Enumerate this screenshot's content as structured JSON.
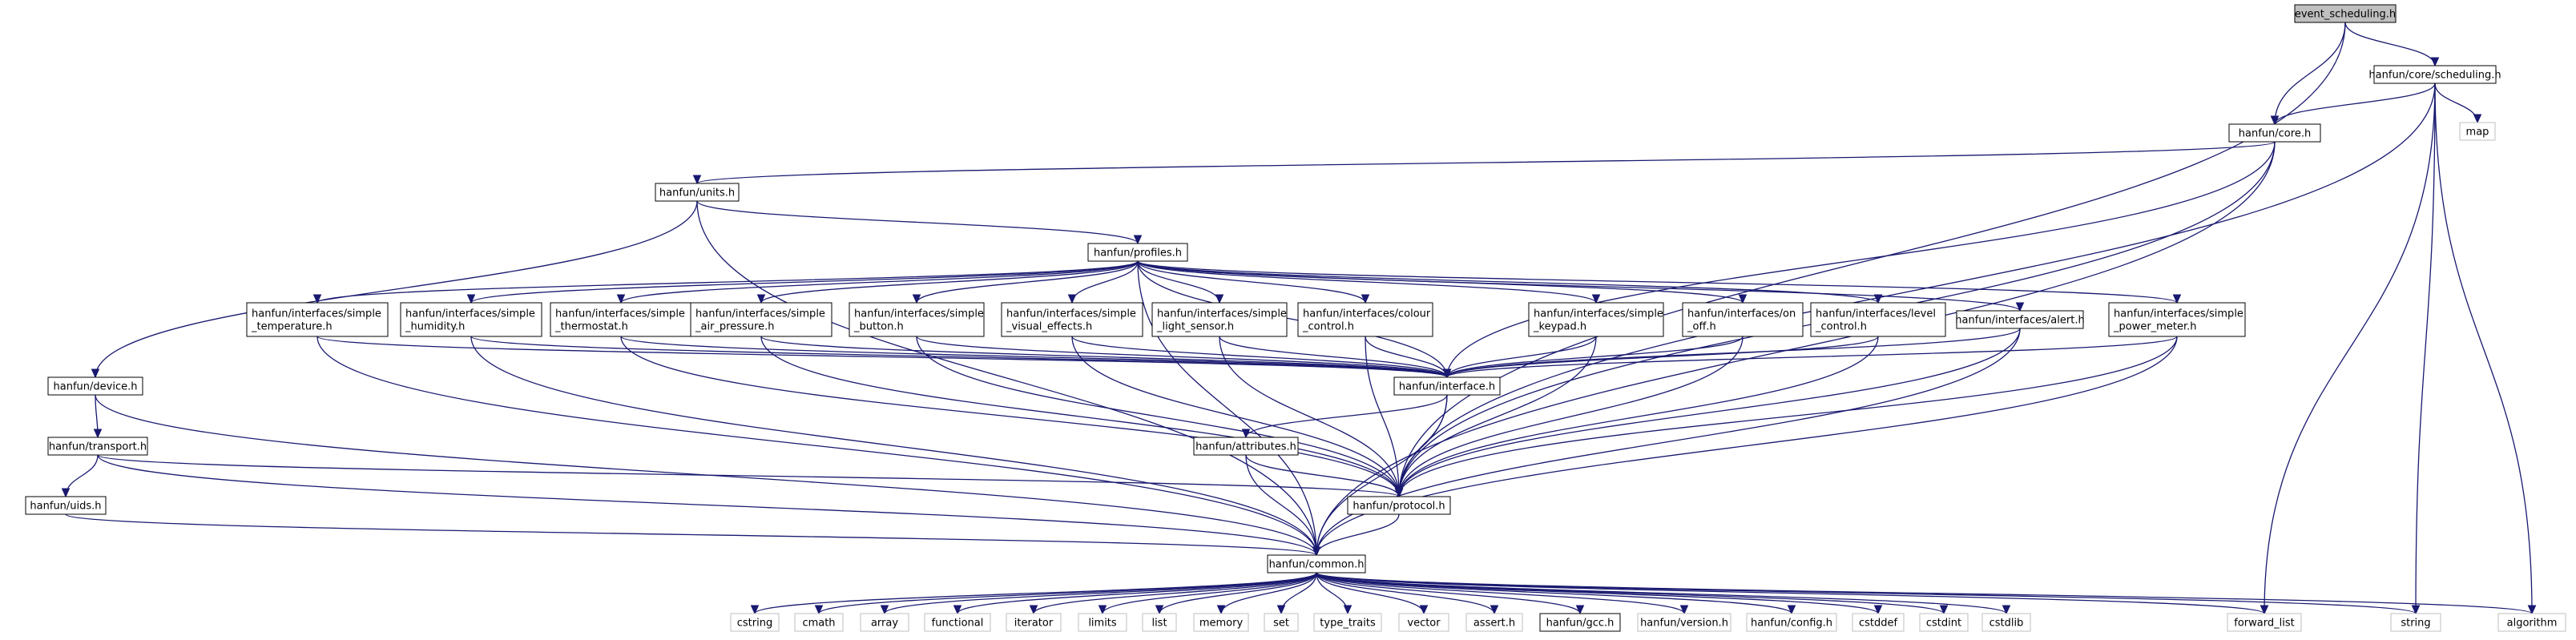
{
  "diagram": {
    "nodes": [
      {
        "id": "root",
        "label": "event_scheduling.h",
        "style": "root"
      },
      {
        "id": "sched",
        "label": "hanfun/core/scheduling.h",
        "style": "internal"
      },
      {
        "id": "core",
        "label": "hanfun/core.h",
        "style": "internal"
      },
      {
        "id": "map",
        "label": "map",
        "style": "system"
      },
      {
        "id": "units",
        "label": "hanfun/units.h",
        "style": "internal"
      },
      {
        "id": "profiles",
        "label": "hanfun/profiles.h",
        "style": "internal"
      },
      {
        "id": "temp",
        "label": "hanfun/interfaces/simple\n_temperature.h",
        "style": "internal"
      },
      {
        "id": "humid",
        "label": "hanfun/interfaces/simple\n_humidity.h",
        "style": "internal"
      },
      {
        "id": "thermo",
        "label": "hanfun/interfaces/simple\n_thermostat.h",
        "style": "internal"
      },
      {
        "id": "air",
        "label": "hanfun/interfaces/simple\n_air_pressure.h",
        "style": "internal"
      },
      {
        "id": "button",
        "label": "hanfun/interfaces/simple\n_button.h",
        "style": "internal"
      },
      {
        "id": "visual",
        "label": "hanfun/interfaces/simple\n_visual_effects.h",
        "style": "internal"
      },
      {
        "id": "light",
        "label": "hanfun/interfaces/simple\n_light_sensor.h",
        "style": "internal"
      },
      {
        "id": "colour",
        "label": "hanfun/interfaces/colour\n_control.h",
        "style": "internal"
      },
      {
        "id": "keypad",
        "label": "hanfun/interfaces/simple\n_keypad.h",
        "style": "internal"
      },
      {
        "id": "onoff",
        "label": "hanfun/interfaces/on\n_off.h",
        "style": "internal"
      },
      {
        "id": "level",
        "label": "hanfun/interfaces/level\n_control.h",
        "style": "internal"
      },
      {
        "id": "alert",
        "label": "hanfun/interfaces/alert.h",
        "style": "internal"
      },
      {
        "id": "power",
        "label": "hanfun/interfaces/simple\n_power_meter.h",
        "style": "internal"
      },
      {
        "id": "device",
        "label": "hanfun/device.h",
        "style": "internal"
      },
      {
        "id": "interface",
        "label": "hanfun/interface.h",
        "style": "internal"
      },
      {
        "id": "transport",
        "label": "hanfun/transport.h",
        "style": "internal"
      },
      {
        "id": "attributes",
        "label": "hanfun/attributes.h",
        "style": "internal"
      },
      {
        "id": "protocol",
        "label": "hanfun/protocol.h",
        "style": "internal"
      },
      {
        "id": "uids",
        "label": "hanfun/uids.h",
        "style": "internal"
      },
      {
        "id": "common",
        "label": "hanfun/common.h",
        "style": "internal"
      },
      {
        "id": "cstring",
        "label": "cstring",
        "style": "system"
      },
      {
        "id": "cmath",
        "label": "cmath",
        "style": "system"
      },
      {
        "id": "array",
        "label": "array",
        "style": "system"
      },
      {
        "id": "functional",
        "label": "functional",
        "style": "system"
      },
      {
        "id": "iterator",
        "label": "iterator",
        "style": "system"
      },
      {
        "id": "limits",
        "label": "limits",
        "style": "system"
      },
      {
        "id": "list",
        "label": "list",
        "style": "system"
      },
      {
        "id": "memory",
        "label": "memory",
        "style": "system"
      },
      {
        "id": "set",
        "label": "set",
        "style": "system"
      },
      {
        "id": "type_traits",
        "label": "type_traits",
        "style": "system"
      },
      {
        "id": "vector",
        "label": "vector",
        "style": "system"
      },
      {
        "id": "assert",
        "label": "assert.h",
        "style": "system"
      },
      {
        "id": "gcc",
        "label": "hanfun/gcc.h",
        "style": "internal"
      },
      {
        "id": "version",
        "label": "hanfun/version.h",
        "style": "system"
      },
      {
        "id": "config",
        "label": "hanfun/config.h",
        "style": "system"
      },
      {
        "id": "cstddef",
        "label": "cstddef",
        "style": "system"
      },
      {
        "id": "cstdint",
        "label": "cstdint",
        "style": "system"
      },
      {
        "id": "cstdlib",
        "label": "cstdlib",
        "style": "system"
      },
      {
        "id": "forward_list",
        "label": "forward_list",
        "style": "system"
      },
      {
        "id": "string",
        "label": "string",
        "style": "system"
      },
      {
        "id": "algorithm",
        "label": "algorithm",
        "style": "system"
      }
    ],
    "edges": [
      [
        "root",
        "sched"
      ],
      [
        "root",
        "core"
      ],
      [
        "root",
        "protocol"
      ],
      [
        "sched",
        "core"
      ],
      [
        "sched",
        "map"
      ],
      [
        "sched",
        "protocol"
      ],
      [
        "sched",
        "forward_list"
      ],
      [
        "sched",
        "string"
      ],
      [
        "sched",
        "algorithm"
      ],
      [
        "core",
        "units"
      ],
      [
        "core",
        "interface"
      ],
      [
        "core",
        "protocol"
      ],
      [
        "core",
        "common"
      ],
      [
        "units",
        "device"
      ],
      [
        "units",
        "profiles"
      ],
      [
        "units",
        "common"
      ],
      [
        "profiles",
        "temp"
      ],
      [
        "profiles",
        "humid"
      ],
      [
        "profiles",
        "thermo"
      ],
      [
        "profiles",
        "air"
      ],
      [
        "profiles",
        "button"
      ],
      [
        "profiles",
        "visual"
      ],
      [
        "profiles",
        "light"
      ],
      [
        "profiles",
        "colour"
      ],
      [
        "profiles",
        "keypad"
      ],
      [
        "profiles",
        "onoff"
      ],
      [
        "profiles",
        "level"
      ],
      [
        "profiles",
        "alert"
      ],
      [
        "profiles",
        "power"
      ],
      [
        "profiles",
        "interface"
      ],
      [
        "profiles",
        "common"
      ],
      [
        "temp",
        "interface"
      ],
      [
        "temp",
        "common"
      ],
      [
        "humid",
        "interface"
      ],
      [
        "humid",
        "common"
      ],
      [
        "thermo",
        "interface"
      ],
      [
        "thermo",
        "protocol"
      ],
      [
        "air",
        "interface"
      ],
      [
        "air",
        "protocol"
      ],
      [
        "button",
        "interface"
      ],
      [
        "button",
        "protocol"
      ],
      [
        "visual",
        "interface"
      ],
      [
        "visual",
        "protocol"
      ],
      [
        "light",
        "interface"
      ],
      [
        "light",
        "protocol"
      ],
      [
        "colour",
        "interface"
      ],
      [
        "colour",
        "protocol"
      ],
      [
        "keypad",
        "interface"
      ],
      [
        "keypad",
        "protocol"
      ],
      [
        "onoff",
        "interface"
      ],
      [
        "onoff",
        "protocol"
      ],
      [
        "level",
        "interface"
      ],
      [
        "level",
        "protocol"
      ],
      [
        "alert",
        "interface"
      ],
      [
        "alert",
        "protocol"
      ],
      [
        "alert",
        "common"
      ],
      [
        "power",
        "interface"
      ],
      [
        "power",
        "protocol"
      ],
      [
        "power",
        "common"
      ],
      [
        "device",
        "transport"
      ],
      [
        "device",
        "common"
      ],
      [
        "interface",
        "attributes"
      ],
      [
        "interface",
        "protocol"
      ],
      [
        "interface",
        "common"
      ],
      [
        "transport",
        "uids"
      ],
      [
        "transport",
        "protocol"
      ],
      [
        "transport",
        "common"
      ],
      [
        "attributes",
        "protocol"
      ],
      [
        "attributes",
        "common"
      ],
      [
        "protocol",
        "common"
      ],
      [
        "uids",
        "common"
      ],
      [
        "common",
        "cstring"
      ],
      [
        "common",
        "cmath"
      ],
      [
        "common",
        "array"
      ],
      [
        "common",
        "functional"
      ],
      [
        "common",
        "iterator"
      ],
      [
        "common",
        "limits"
      ],
      [
        "common",
        "list"
      ],
      [
        "common",
        "memory"
      ],
      [
        "common",
        "set"
      ],
      [
        "common",
        "type_traits"
      ],
      [
        "common",
        "vector"
      ],
      [
        "common",
        "assert"
      ],
      [
        "common",
        "gcc"
      ],
      [
        "common",
        "version"
      ],
      [
        "common",
        "config"
      ],
      [
        "common",
        "cstddef"
      ],
      [
        "common",
        "cstdint"
      ],
      [
        "common",
        "cstdlib"
      ],
      [
        "common",
        "forward_list"
      ],
      [
        "common",
        "string"
      ],
      [
        "common",
        "algorithm"
      ]
    ],
    "colors": {
      "edge": "#191970",
      "internal_border": "#000000",
      "system_border": "#bfbfbf",
      "root_fill": "#bfbfbf",
      "node_fill": "#ffffff",
      "text": "#000000"
    }
  }
}
